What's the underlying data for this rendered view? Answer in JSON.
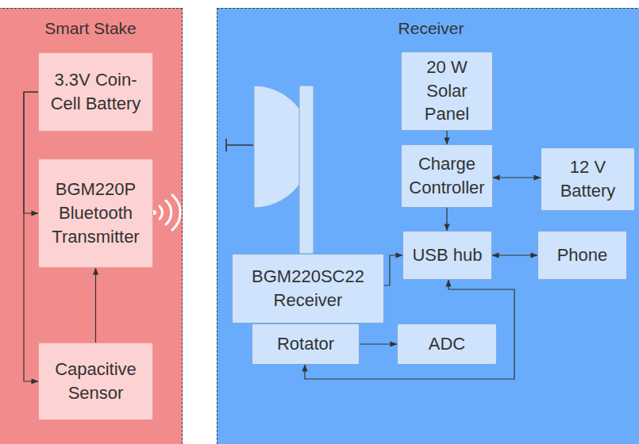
{
  "diagram": {
    "nodes": [
      {
        "text": [
          "Smart Stake"
        ]
      },
      {
        "text": [
          "3.3V Coin-Cell Battery"
        ],
        "in": 0
      },
      {
        "text": [
          "BGM220P Bluetooth Transmitter"
        ],
        "in": 0
      },
      {
        "text": [
          "Capacitive Sensor"
        ],
        "in": 0
      },
      {
        "text": [
          "Receiver"
        ]
      },
      {
        "text": [
          "20 W Solar Panel"
        ],
        "in": 4
      },
      {
        "text": [
          "Charge Controller"
        ],
        "in": 4
      },
      {
        "text": [
          "12 V Battery"
        ],
        "in": 4
      },
      {
        "text": [
          "BGM220SC22 Receiver"
        ],
        "in": 4
      },
      {
        "text": [
          "USB hub"
        ],
        "in": 4
      },
      {
        "text": [
          "Phone"
        ],
        "in": 4
      },
      {
        "text": [
          "Rotator"
        ],
        "in": 4
      },
      {
        "text": [
          "ADC"
        ],
        "in": 4
      }
    ],
    "edges": [
      {
        "from": 1,
        "to": 2,
        "arrow": "to"
      },
      {
        "from": 1,
        "to": 3,
        "arrow": "to"
      },
      {
        "from": 3,
        "to": 2,
        "arrow": "to"
      },
      {
        "from": 5,
        "to": 6,
        "arrow": "to"
      },
      {
        "from": 6,
        "to": 7,
        "arrow": "both"
      },
      {
        "from": 6,
        "to": 9,
        "arrow": "to"
      },
      {
        "from": 8,
        "to": 9,
        "arrow": "to"
      },
      {
        "from": 9,
        "to": 10,
        "arrow": "both"
      },
      {
        "from": 11,
        "to": 12,
        "arrow": "to"
      },
      {
        "from": 9,
        "to": 11,
        "arrow": "both"
      }
    ]
  }
}
